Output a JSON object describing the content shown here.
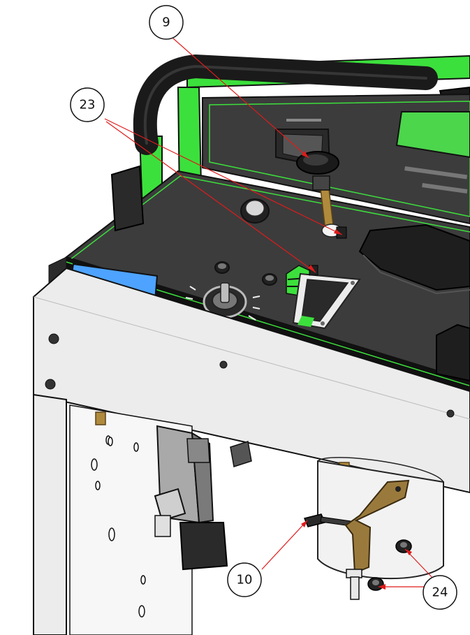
{
  "callouts": [
    {
      "id": "c9",
      "label": "9"
    },
    {
      "id": "c23",
      "label": "23"
    },
    {
      "id": "c10",
      "label": "10"
    },
    {
      "id": "c24",
      "label": "24"
    }
  ],
  "colors": {
    "frame_green": "#3ce03c",
    "panel": "#3c3c3c",
    "panel_dark": "#2a2a2a",
    "blue_plate": "#4da3ff",
    "brass": "#b08a3c",
    "leader": "#e01b1b",
    "steel": "#ececec"
  }
}
